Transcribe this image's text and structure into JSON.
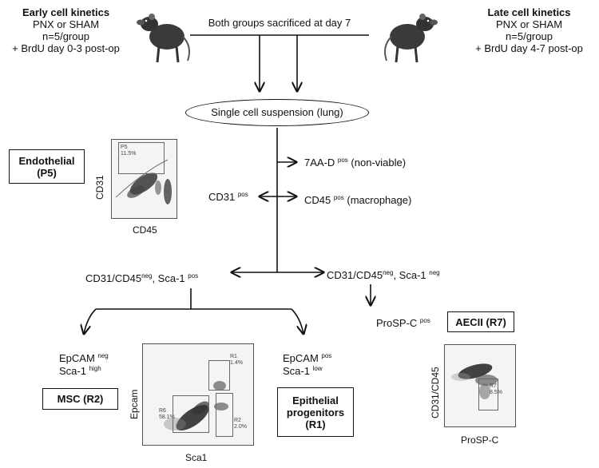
{
  "header": {
    "early": {
      "title": "Early cell kinetics",
      "line1": "PNX or SHAM",
      "line2": "n=5/group",
      "line3": "+ BrdU day 0-3 post-op"
    },
    "late": {
      "title": "Late cell kinetics",
      "line1": "PNX or SHAM",
      "line2": "n=5/group",
      "line3": "+ BrdU day 4-7 post-op"
    },
    "sacrifice": "Both groups sacrificed at day 7"
  },
  "suspension": "Single cell suspension (lung)",
  "gates": {
    "aad": {
      "main": "7AA-D ",
      "sup": "pos",
      "tail": " (non-viable)"
    },
    "cd31": {
      "main": "CD31 ",
      "sup": "pos"
    },
    "cd45": {
      "main": "CD45 ",
      "sup": "pos",
      "tail": " (macrophage)"
    },
    "left_branch": {
      "a": "CD31/CD45",
      "a_sup": "neg",
      "b": ", Sca-1 ",
      "b_sup": "pos"
    },
    "right_branch": {
      "a": "CD31/CD45",
      "a_sup": "neg",
      "b": ", Sca-1 ",
      "b_sup": "neg"
    }
  },
  "populations": {
    "endothelial": {
      "name": "Endothelial",
      "code": "(P5)"
    },
    "msc": {
      "label": "MSC (R2)",
      "epcam": "EpCAM ",
      "epcam_sup": "neg",
      "sca": "Sca-1 ",
      "sca_sup": "high"
    },
    "epithelial": {
      "line1": "Epithelial",
      "line2": "progenitors",
      "line3": "(R1)",
      "epcam": "EpCAM ",
      "epcam_sup": "pos",
      "sca": "Sca-1 ",
      "sca_sup": "low"
    },
    "aecii": {
      "label": "AECII (R7)",
      "prosp": "ProSP-C ",
      "prosp_sup": "pos"
    }
  },
  "plots": {
    "endo": {
      "xlabel": "CD45",
      "ylabel": "CD31",
      "gate_name": "P5",
      "gate_pct": "11.5%"
    },
    "msc": {
      "xlabel": "Sca1",
      "ylabel": "Epcam",
      "r1_name": "R1",
      "r1_pct": "1.4%",
      "r2_name": "R2",
      "r2_pct": "2.0%",
      "r6_name": "R6",
      "r6_pct": "58.1%"
    },
    "aec": {
      "xlabel": "ProSP-C",
      "ylabel": "CD31/CD45",
      "r7_name": "R7",
      "r7_pct": "8.5%"
    }
  }
}
